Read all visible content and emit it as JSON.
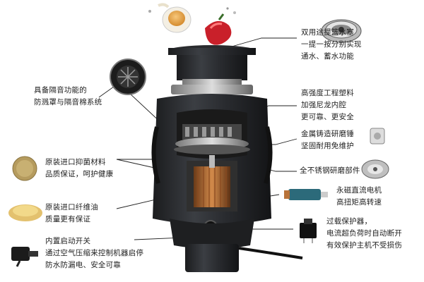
{
  "callouts": {
    "basket": {
      "line1": "双用途提篮水塞",
      "line2": "一提一按分别实现",
      "line3": "通水、蓄水功能"
    },
    "soundproof": {
      "line1": "具备隔音功能的",
      "line2": "防溅罩与隔音棉系统"
    },
    "plastic": {
      "line1": "高强度工程塑料",
      "line2": "加强尼龙内腔",
      "line3": "更可靠、更安全"
    },
    "hammer": {
      "line1": "金属铸造研磨锤",
      "line2": "坚固耐用免维护"
    },
    "antibac": {
      "line1": "原装进口抑菌材料",
      "line2": "品质保证，呵护健康"
    },
    "steel": {
      "line1": "全不锈钢研磨部件"
    },
    "motor": {
      "line1": "永磁直流电机",
      "line2": "高扭矩高转速"
    },
    "fiber": {
      "line1": "原装进口纤维油",
      "line2": "质量更有保证"
    },
    "overload": {
      "line1": "过载保护器，",
      "line2": "电流超负荷时自动断开",
      "line3": "有效保护主机不受损伤"
    },
    "switch": {
      "line1": "内置启动开关",
      "line2": "通过空气压缩来控制机器启停",
      "line3": "防水防漏电、安全可靠"
    }
  },
  "colors": {
    "body": "#2b2d30",
    "accent": "#c9202a",
    "copper": "#b8733a",
    "text": "#222222"
  }
}
